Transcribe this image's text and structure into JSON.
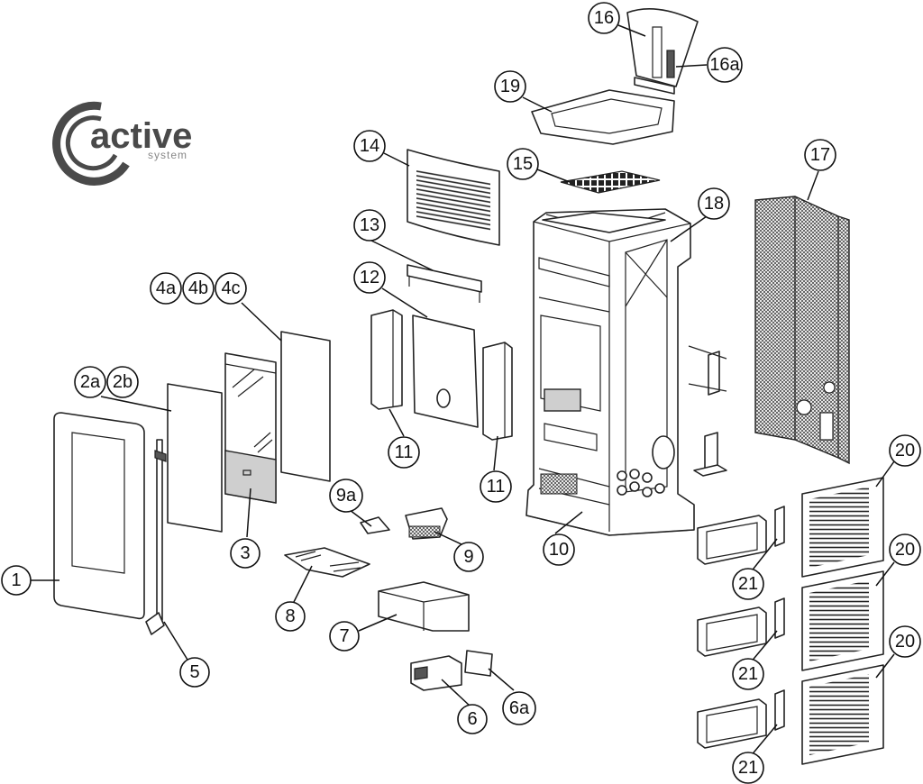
{
  "logo": {
    "name": "active",
    "tagline": "system"
  },
  "callouts": [
    {
      "id": "c1",
      "label": "1"
    },
    {
      "id": "c2a",
      "label": "2a"
    },
    {
      "id": "c2b",
      "label": "2b"
    },
    {
      "id": "c3",
      "label": "3"
    },
    {
      "id": "c4a",
      "label": "4a"
    },
    {
      "id": "c4b",
      "label": "4b"
    },
    {
      "id": "c4c",
      "label": "4c"
    },
    {
      "id": "c5",
      "label": "5"
    },
    {
      "id": "c6",
      "label": "6"
    },
    {
      "id": "c6a",
      "label": "6a"
    },
    {
      "id": "c7",
      "label": "7"
    },
    {
      "id": "c8",
      "label": "8"
    },
    {
      "id": "c9",
      "label": "9"
    },
    {
      "id": "c9a",
      "label": "9a"
    },
    {
      "id": "c10",
      "label": "10"
    },
    {
      "id": "c11a",
      "label": "11"
    },
    {
      "id": "c11b",
      "label": "11"
    },
    {
      "id": "c12",
      "label": "12"
    },
    {
      "id": "c13",
      "label": "13"
    },
    {
      "id": "c14",
      "label": "14"
    },
    {
      "id": "c15",
      "label": "15"
    },
    {
      "id": "c16",
      "label": "16"
    },
    {
      "id": "c16a",
      "label": "16a"
    },
    {
      "id": "c17",
      "label": "17"
    },
    {
      "id": "c18",
      "label": "18"
    },
    {
      "id": "c19",
      "label": "19"
    },
    {
      "id": "c20a",
      "label": "20"
    },
    {
      "id": "c20b",
      "label": "20"
    },
    {
      "id": "c20c",
      "label": "20"
    },
    {
      "id": "c21a",
      "label": "21"
    },
    {
      "id": "c21b",
      "label": "21"
    },
    {
      "id": "c21c",
      "label": "21"
    }
  ]
}
